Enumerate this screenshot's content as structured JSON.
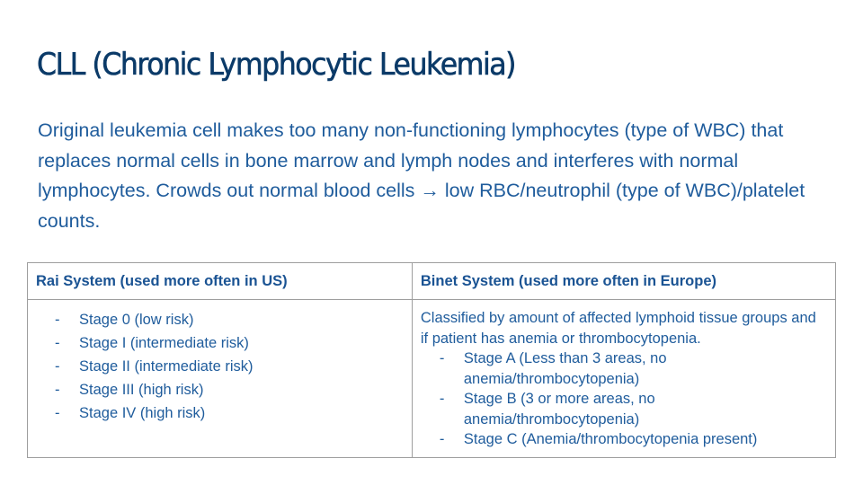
{
  "slide": {
    "title": "CLL (Chronic Lymphocytic Leukemia)",
    "body": "Original leukemia cell makes too many non-functioning lymphocytes (type of WBC) that replaces normal cells in bone marrow and lymph nodes and interferes with normal lymphocytes. Crowds out normal blood cells → low RBC/neutrophil (type of WBC)/platelet counts.",
    "colors": {
      "title": "#0b3a68",
      "text": "#1f5c9c",
      "border": "#9e9e9e"
    }
  },
  "table": {
    "headers": [
      "Rai System (used more often in US)",
      "Binet System (used more often in Europe)"
    ],
    "rai": {
      "bullet": "-",
      "items": [
        "Stage 0 (low risk)",
        "Stage I (intermediate risk)",
        "Stage II (intermediate risk)",
        "Stage III (high risk)",
        "Stage IV (high risk)"
      ]
    },
    "binet": {
      "intro": "Classified by amount of affected lymphoid tissue groups and if patient has anemia or thrombocytopenia.",
      "bullet": "-",
      "items": [
        "Stage A (Less than 3 areas, no anemia/thrombocytopenia)",
        "Stage B (3 or more areas, no anemia/thrombocytopenia)",
        "Stage C (Anemia/thrombocytopenia present)"
      ]
    }
  }
}
